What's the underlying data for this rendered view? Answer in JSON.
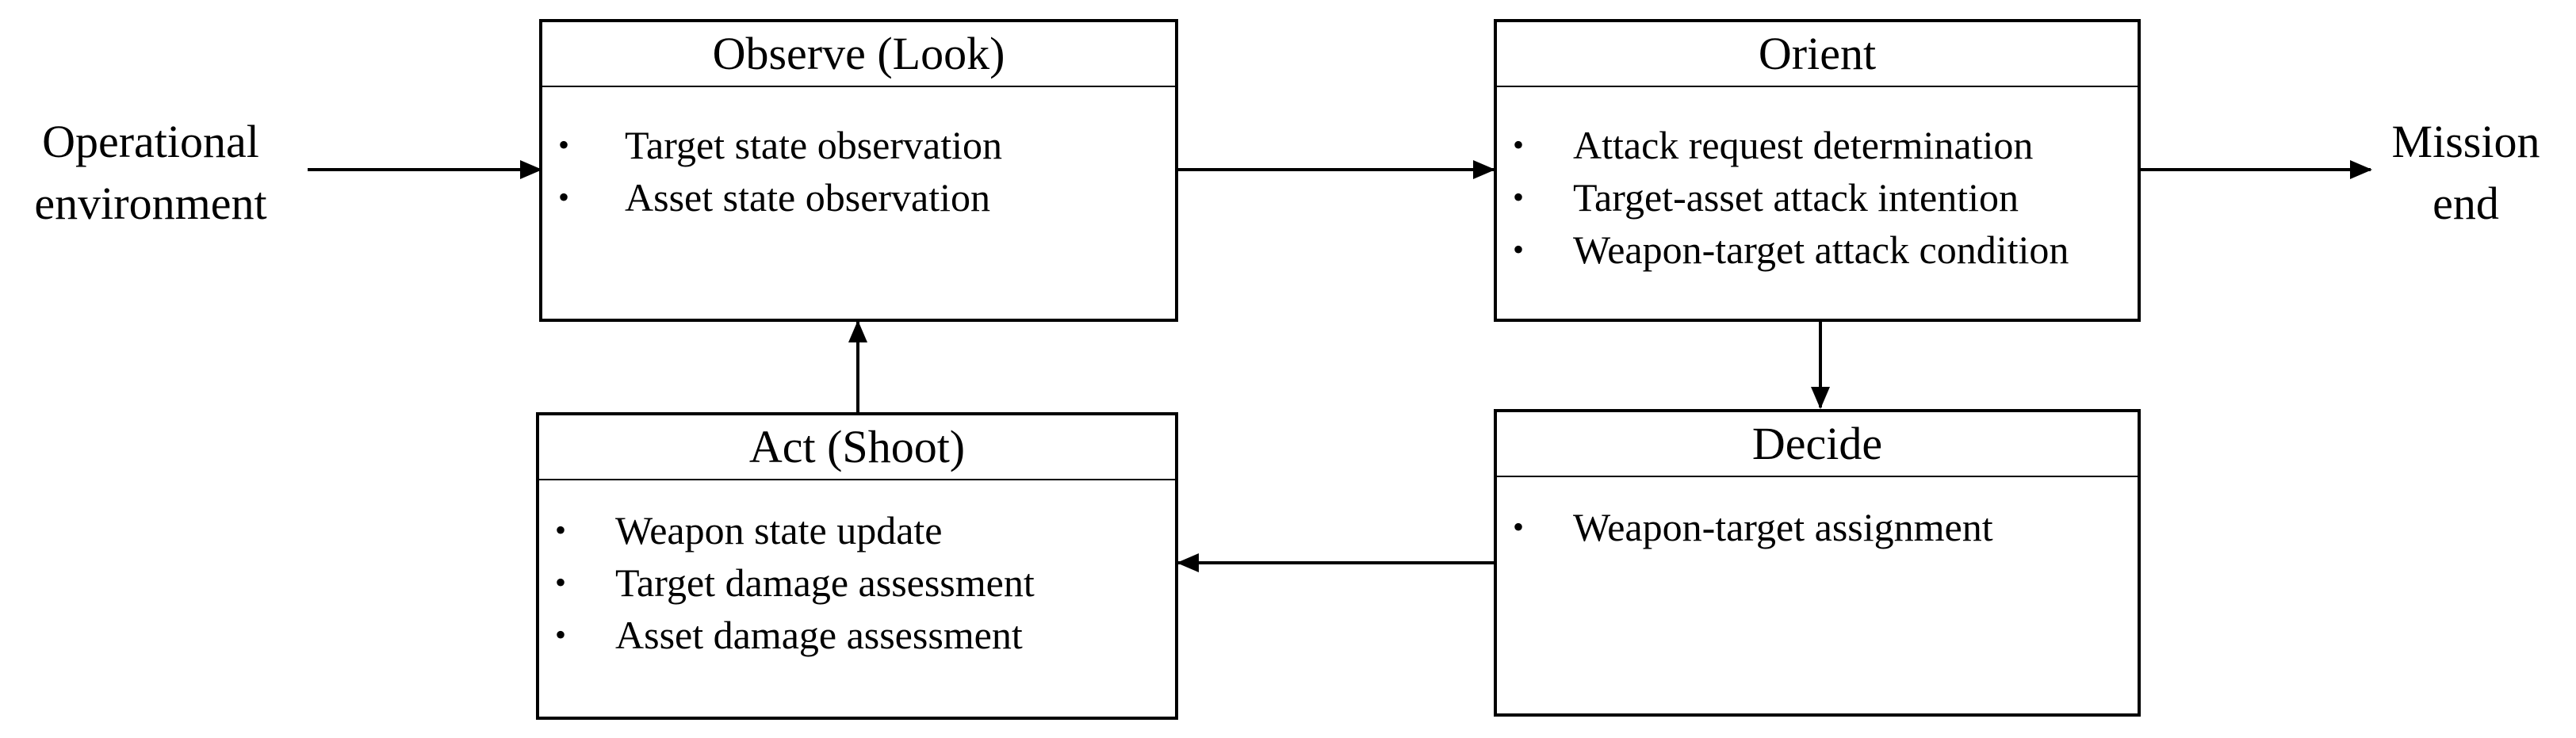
{
  "inputs": {
    "line1": "Operational",
    "line2": "environment"
  },
  "outputs": {
    "line1": "Mission",
    "line2": "end"
  },
  "boxes": {
    "observe": {
      "title": "Observe (Look)",
      "items": [
        "Target state observation",
        "Asset state observation"
      ]
    },
    "orient": {
      "title": "Orient",
      "items": [
        "Attack request determination",
        "Target-asset attack intention",
        "Weapon-target attack condition"
      ]
    },
    "decide": {
      "title": "Decide",
      "items": [
        "Weapon-target assignment"
      ]
    },
    "act": {
      "title": "Act (Shoot)",
      "items": [
        "Weapon state update",
        "Target damage assessment",
        "Asset damage assessment"
      ]
    }
  },
  "bullet_symbol": "•"
}
